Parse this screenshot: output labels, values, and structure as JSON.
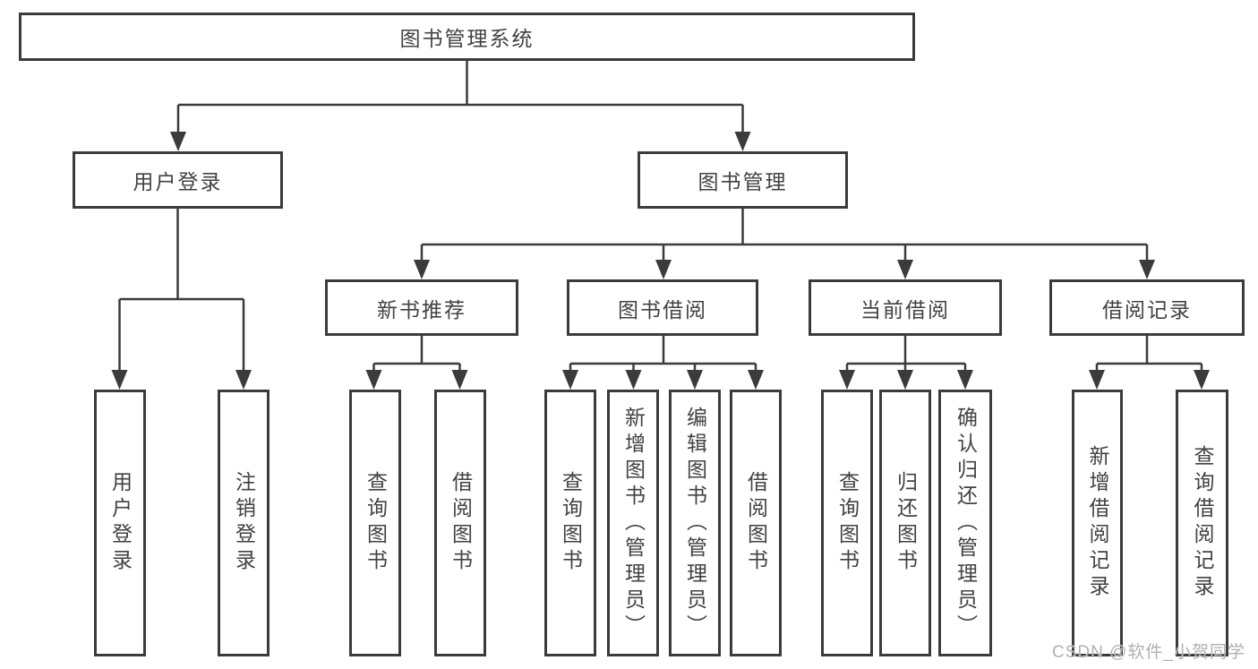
{
  "tree": {
    "label": "图书管理系统",
    "children": [
      {
        "label": "用户登录",
        "children": [
          {
            "label": "用户登录"
          },
          {
            "label": "注销登录"
          }
        ]
      },
      {
        "label": "图书管理",
        "children": [
          {
            "label": "新书推荐",
            "children": [
              {
                "label": "查询图书"
              },
              {
                "label": "借阅图书"
              }
            ]
          },
          {
            "label": "图书借阅",
            "children": [
              {
                "label": "查询图书"
              },
              {
                "label": "新增图书（管理员）"
              },
              {
                "label": "编辑图书（管理员）"
              },
              {
                "label": "借阅图书"
              }
            ]
          },
          {
            "label": "当前借阅",
            "children": [
              {
                "label": "查询图书"
              },
              {
                "label": "归还图书"
              },
              {
                "label": "确认归还（管理员）"
              }
            ]
          },
          {
            "label": "借阅记录",
            "children": [
              {
                "label": "新增借阅记录"
              },
              {
                "label": "查询借阅记录"
              }
            ]
          }
        ]
      }
    ]
  },
  "watermark": {
    "text": "CSDN @软件_小贺同学"
  },
  "colors": {
    "line": "#3b3b3b",
    "text": "#424242",
    "background": "#ffffff",
    "watermark": "#b0b0b0"
  }
}
